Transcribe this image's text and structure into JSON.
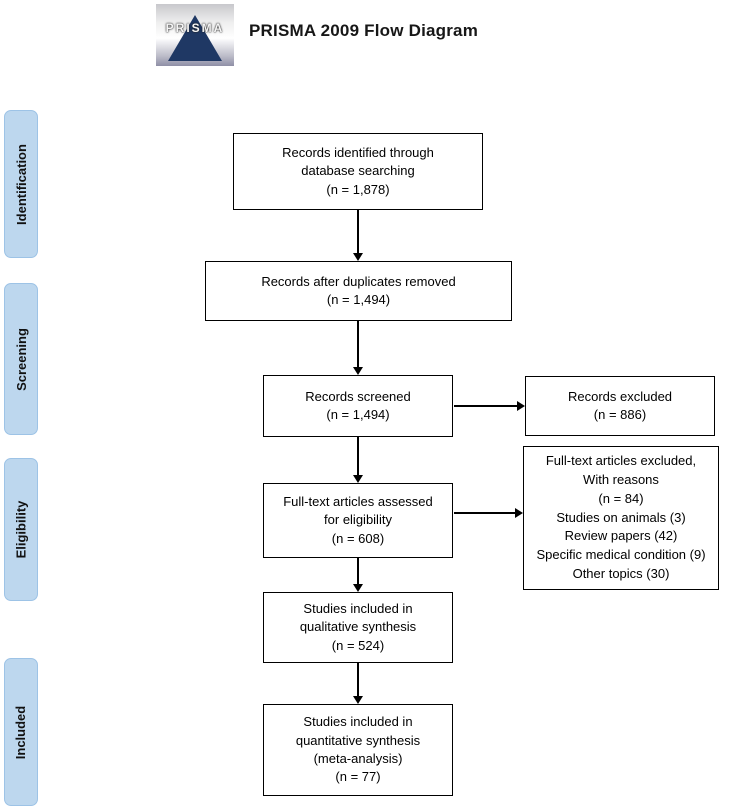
{
  "header": {
    "logo_text": "PRISMA",
    "title": "PRISMA 2009 Flow Diagram"
  },
  "stages": [
    {
      "label": "Identification"
    },
    {
      "label": "Screening"
    },
    {
      "label": "Eligibility"
    },
    {
      "label": "Included"
    }
  ],
  "boxes": {
    "records_identified": "Records identified through\ndatabase searching\n(n = 1,878)",
    "duplicates_removed": "Records after duplicates removed\n(n =  1,494)",
    "records_screened": "Records screened\n(n = 1,494)",
    "records_excluded": "Records excluded\n(n = 886)",
    "fulltext_assessed": "Full-text articles assessed\nfor eligibility\n(n = 608)",
    "fulltext_excluded": "Full-text articles excluded,\nWith reasons\n(n = 84)\nStudies on animals (3)\nReview papers (42)\nSpecific medical condition (9)\nOther topics (30)",
    "qualitative_synthesis": "Studies included in\nqualitative synthesis\n(n = 524)",
    "quantitative_synthesis": "Studies included in\nquantitative synthesis\n(meta-analysis)\n(n = 77)"
  },
  "colors": {
    "stage_fill": "#bdd7ee",
    "stage_border": "#9dc3e6",
    "box_border": "#000000",
    "arrow": "#000000",
    "logo_triangle": "#1f3864"
  }
}
